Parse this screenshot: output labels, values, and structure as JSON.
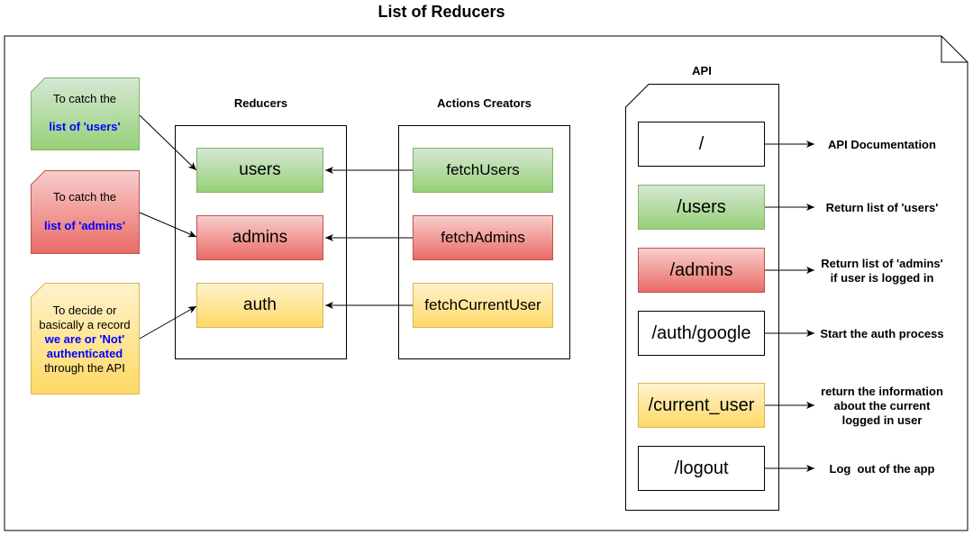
{
  "title": "List of Reducers",
  "reducers": {
    "header": "Reducers",
    "items": [
      "users",
      "admins",
      "auth"
    ]
  },
  "actions": {
    "header": "Actions Creators",
    "items": [
      "fetchUsers",
      "fetchAdmins",
      "fetchCurrentUser"
    ]
  },
  "notes": {
    "users": {
      "line1": "To catch the",
      "highlight": "list of 'users'"
    },
    "admins": {
      "line1": "To catch the",
      "highlight": "list of 'admins'"
    },
    "auth": {
      "line1": "To decide or",
      "line2": "basically a record",
      "highlight1": "we are or 'Not'",
      "highlight2": "authenticated",
      "line3": "through the API"
    }
  },
  "api": {
    "header": "API",
    "routes": [
      "/",
      "/users",
      "/admins",
      "/auth/google",
      "/current_user",
      "/logout"
    ],
    "responses": {
      "root": "API Documentation",
      "users": "Return list of 'users'",
      "admins_l1": "Return list of 'admins'",
      "admins_l2": "if user is logged in",
      "auth": "Start the auth process",
      "current_l1": "return the information",
      "current_l2": "about the current",
      "current_l3": "logged in user",
      "logout": "Log  out of the app"
    }
  },
  "colors": {
    "green_fill": "#d5e8d4",
    "green_stroke": "#82b366",
    "red_fill": "#f8cecc",
    "red_stroke": "#b85450",
    "yellow_fill": "#fff2cc",
    "yellow_stroke": "#d6b656",
    "highlight_text": "#0000ff"
  }
}
